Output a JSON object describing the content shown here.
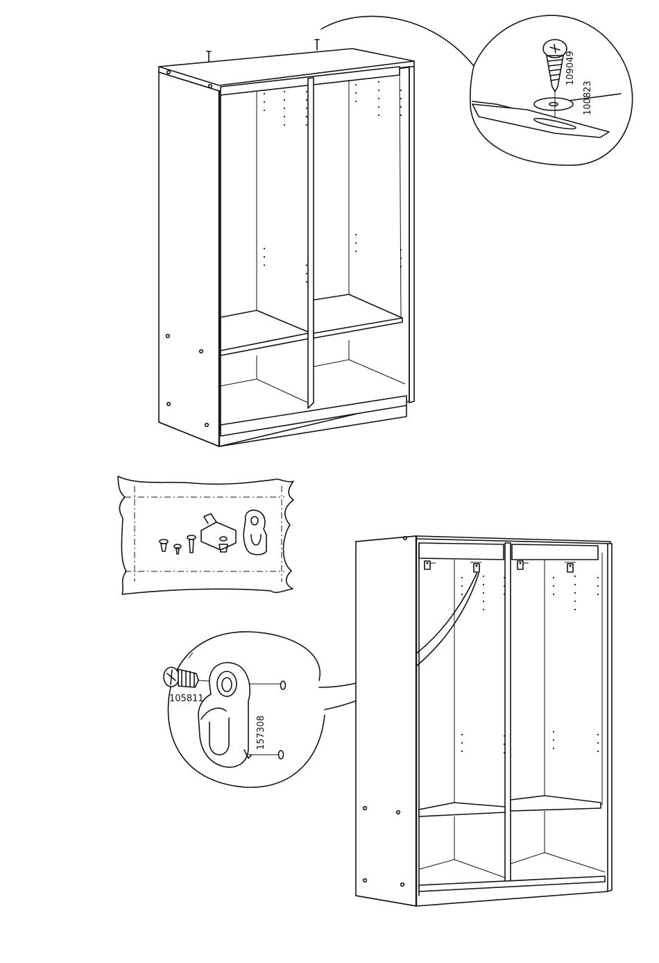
{
  "parts": {
    "screw_top": "109049",
    "washer_top": "100823",
    "screw_hook": "105811",
    "hook": "157308"
  },
  "icons": {
    "bag": "hardware-bag-icon",
    "screw": "screw-icon",
    "washer": "washer-icon",
    "hook": "hook-icon"
  },
  "colors": {
    "ink": "#111111",
    "paper": "#ffffff"
  }
}
